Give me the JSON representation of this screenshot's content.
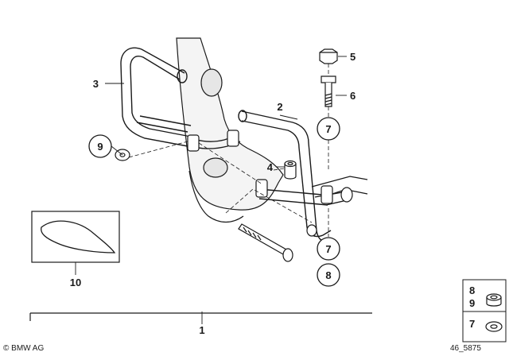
{
  "part_labels": {
    "p1": "1",
    "p2": "2",
    "p3": "3",
    "p4": "4",
    "p5": "5",
    "p6": "6",
    "p7_upper": "7",
    "p7_lower": "7",
    "p8": "8",
    "p9": "9",
    "p10": "10"
  },
  "legend": {
    "top_labels": [
      "8",
      "9"
    ],
    "bottom_label": "7"
  },
  "footer": {
    "copyright": "© BMW AG",
    "drawing_number": "46_5875"
  },
  "colors": {
    "line": "#1a1a1a",
    "frame_fill": "#f2f2f2",
    "bracket_fill": "#ffffff"
  }
}
